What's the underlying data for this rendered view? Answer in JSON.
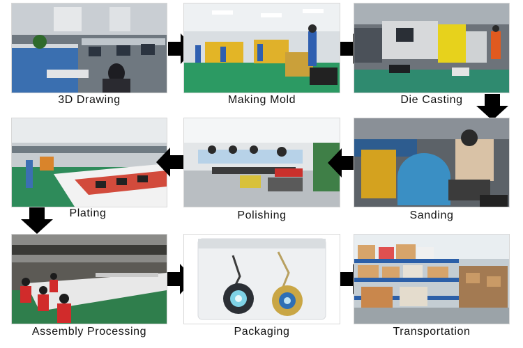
{
  "steps": [
    {
      "label": "3D Drawing"
    },
    {
      "label": "Making Mold"
    },
    {
      "label": "Die Casting"
    },
    {
      "label": "Sanding"
    },
    {
      "label": "Polishing"
    },
    {
      "label": "Plating"
    },
    {
      "label": "Assembly Processing"
    },
    {
      "label": "Packaging"
    },
    {
      "label": "Transportation"
    }
  ],
  "colors": {
    "arrow": "#000000",
    "caption": "#111111"
  }
}
